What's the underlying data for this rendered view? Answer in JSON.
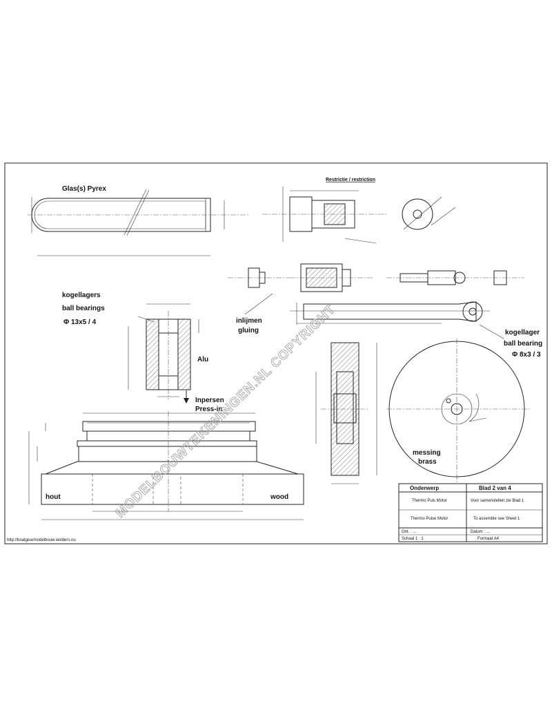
{
  "labels": {
    "glass": "Glas(s) Pyrex",
    "restriction": "Restrictie / restriction",
    "kogellagers_top": "kogellagers",
    "ball_bearings_top": "ball bearings",
    "bearing_spec_top": "Φ 13x5 / 4",
    "alu": "Alu",
    "inlijmen": "inlijmen",
    "gluing": "gluing",
    "inpersen": "Inpersen",
    "pressin": "Press-in",
    "kogellager_right": "kogellager",
    "ball_bearing_right": "ball bearing",
    "bearing_spec_right": "Φ 8x3 / 3",
    "messing": "messing",
    "brass": "brass",
    "hout": "hout",
    "wood": "wood",
    "watermark": "MODELBOUWTEKENINGEN.NL COPYRIGHT",
    "url": "http://boatgearmodelbouw.wolders.nu"
  },
  "title_block": {
    "onderwerp": "Onderwerp",
    "blad": "Blad 2 van 4",
    "subject_nl": "Thermo Puls Motor",
    "subject_en": "Thermo Pulse Motor",
    "note_nl": "Voor samenstellen zie Blad 1",
    "note_en": "To assemble see Sheet 1",
    "ont": "Ont. : ...",
    "datum": "Datum : ...",
    "schaal": "Schaal 1 : 1",
    "formaat": "Formaat A4"
  },
  "colors": {
    "line": "#222222",
    "paper": "#ffffff"
  }
}
